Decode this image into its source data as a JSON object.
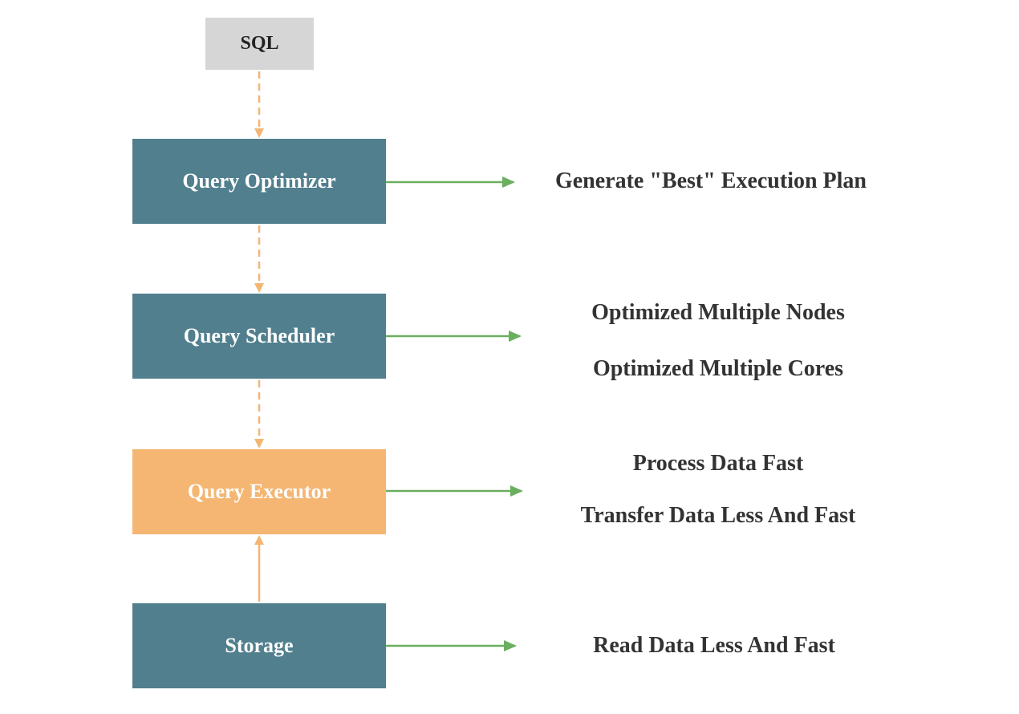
{
  "nodes": {
    "sql": "SQL",
    "optimizer": "Query Optimizer",
    "scheduler": "Query Scheduler",
    "executor": "Query Executor",
    "storage": "Storage"
  },
  "descriptions": {
    "optimizer": "Generate \"Best\" Execution Plan",
    "scheduler": [
      "Optimized Multiple Nodes",
      "Optimized Multiple Cores"
    ],
    "executor": [
      "Process Data Fast",
      "Transfer Data Less And Fast"
    ],
    "storage": "Read Data Less And Fast"
  },
  "colors": {
    "teal_box": "#517f8e",
    "orange_box": "#f4b672",
    "gray_box": "#d6d6d6",
    "dashed_arrow": "#f4b672",
    "green_arrow": "#6aaf5e"
  }
}
